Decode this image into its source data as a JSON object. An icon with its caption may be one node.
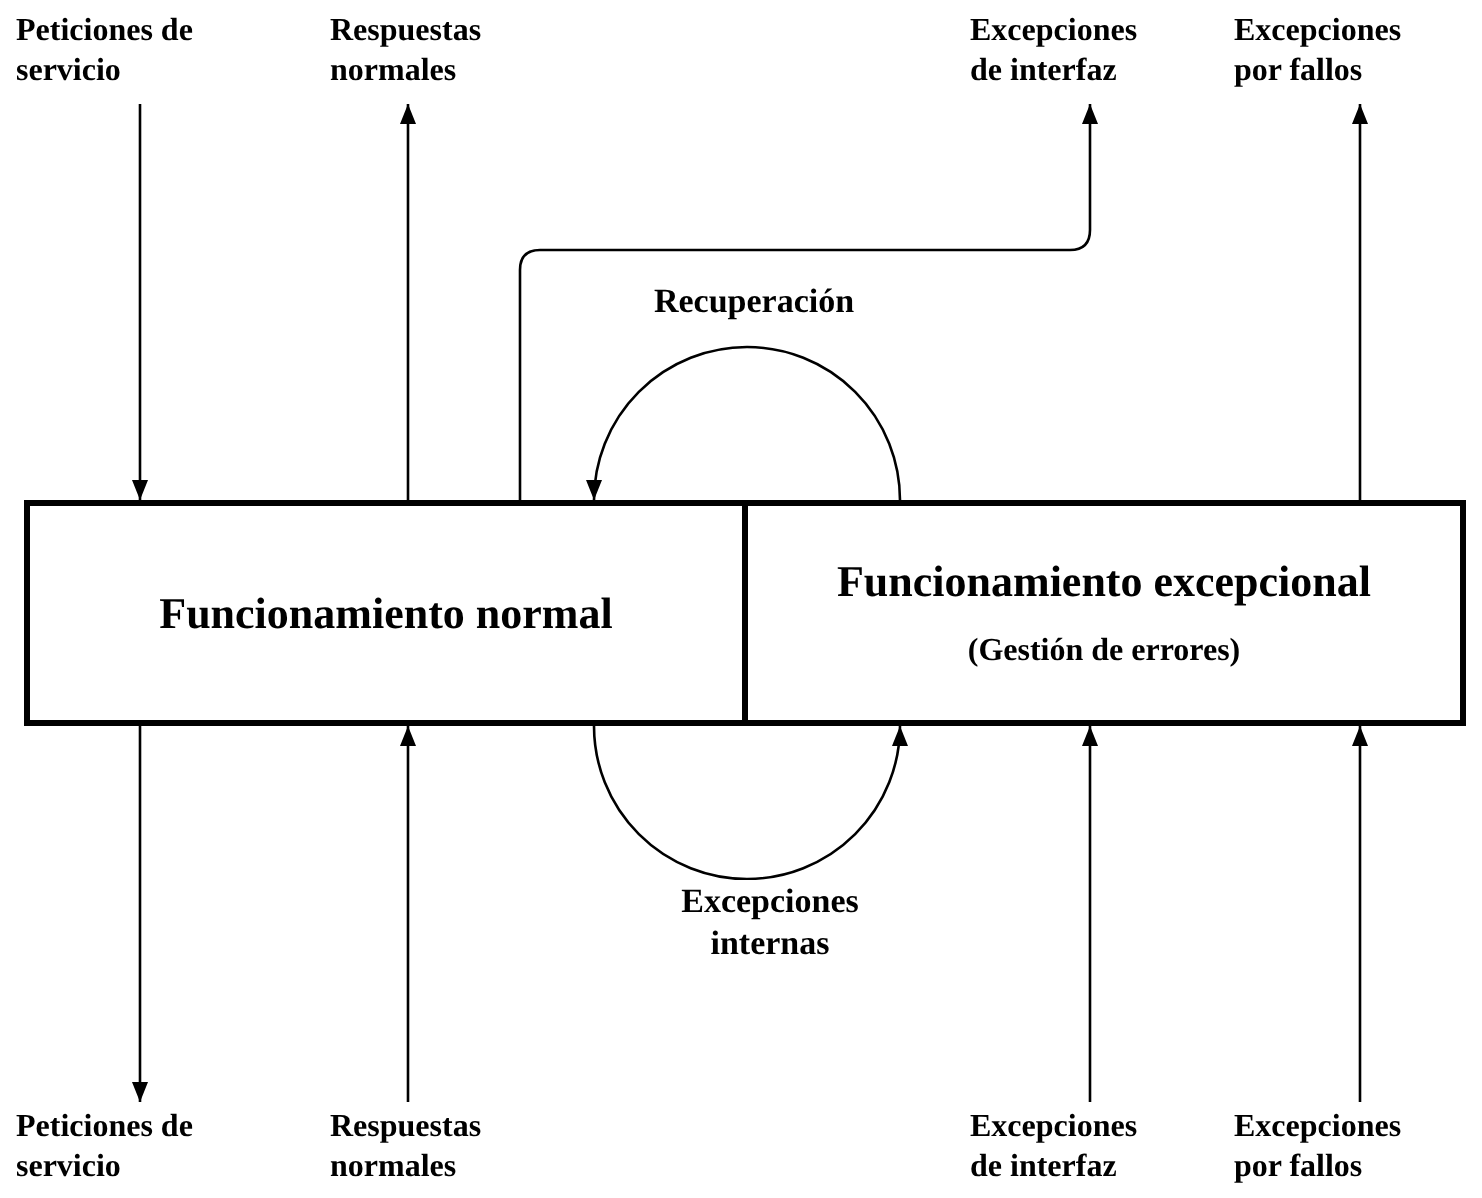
{
  "diagram": {
    "nodes": [
      {
        "text": [
          "Peticiones de servicio"
        ]
      },
      {
        "text": [
          "Respuestas normales"
        ]
      },
      {
        "text": [
          "Excepciones de interfaz"
        ]
      },
      {
        "text": [
          "Excepciones por fallos"
        ]
      },
      {
        "text": [
          "Funcionamiento normal"
        ]
      },
      {
        "text": [
          "Funcionamiento excepcional",
          "(Gestión de errores)"
        ]
      },
      {
        "text": [
          "Peticiones de servicio"
        ]
      },
      {
        "text": [
          "Respuestas normales"
        ]
      },
      {
        "text": [
          "Excepciones de interfaz"
        ]
      },
      {
        "text": [
          "Excepciones por fallos"
        ]
      }
    ],
    "edges": [
      {
        "from": 0,
        "to": 4,
        "arrow": "to"
      },
      {
        "from": 4,
        "to": 1,
        "arrow": "to"
      },
      {
        "from": 4,
        "to": 2,
        "arrow": "to"
      },
      {
        "from": 5,
        "to": 3,
        "arrow": "to"
      },
      {
        "from": 5,
        "to": 4,
        "arrow": "to",
        "label": "Recuperación"
      },
      {
        "from": 4,
        "to": 5,
        "arrow": "to",
        "label": "Excepciones internas"
      },
      {
        "from": 4,
        "to": 6,
        "arrow": "to"
      },
      {
        "from": 7,
        "to": 4,
        "arrow": "to"
      },
      {
        "from": 8,
        "to": 5,
        "arrow": "to"
      },
      {
        "from": 9,
        "to": 5,
        "arrow": "to"
      }
    ]
  }
}
